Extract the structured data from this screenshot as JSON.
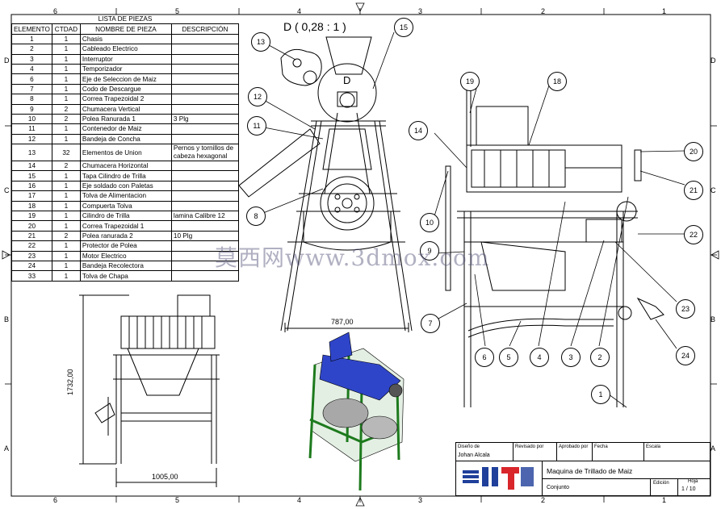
{
  "sheet": {
    "zones_top": [
      "6",
      "5",
      "4",
      "3",
      "2",
      "1"
    ],
    "zones_bottom": [
      "6",
      "5",
      "4",
      "3",
      "2",
      "1"
    ],
    "zones_left": [
      "D",
      "C",
      "B",
      "A"
    ],
    "zones_right": [
      "D",
      "C",
      "B",
      "A"
    ]
  },
  "parts_list": {
    "caption": "LISTA DE PIEZAS",
    "headers": [
      "ELEMENTO",
      "CTDAD",
      "NOMBRE DE PIEZA",
      "DESCRIPCIÓN"
    ],
    "rows": [
      [
        "1",
        "1",
        "Chasis",
        ""
      ],
      [
        "2",
        "1",
        "Cableado Electrico",
        ""
      ],
      [
        "3",
        "1",
        "Interruptor",
        ""
      ],
      [
        "4",
        "1",
        "Temporizador",
        ""
      ],
      [
        "6",
        "1",
        "Eje de Seleccion de Maiz",
        ""
      ],
      [
        "7",
        "1",
        "Codo de Descargue",
        ""
      ],
      [
        "8",
        "1",
        "Correa Trapezoidal 2",
        ""
      ],
      [
        "9",
        "2",
        "Chumacera Vertical",
        ""
      ],
      [
        "10",
        "2",
        "Polea Ranurada 1",
        "3 Plg"
      ],
      [
        "11",
        "1",
        "Contenedor de Maiz",
        ""
      ],
      [
        "12",
        "1",
        "Bandeja de Concha",
        ""
      ],
      [
        "13",
        "32",
        "Elementos de Union",
        "Pernos y tornillos de cabeza hexagonal"
      ],
      [
        "14",
        "2",
        "Chumacera Horizontal",
        ""
      ],
      [
        "15",
        "1",
        "Tapa Cilindro de Trilla",
        ""
      ],
      [
        "16",
        "1",
        "Eje soldado con Paletas",
        ""
      ],
      [
        "17",
        "1",
        "Tolva de Alimentacion",
        ""
      ],
      [
        "18",
        "1",
        "Compuerta Tolva",
        ""
      ],
      [
        "19",
        "1",
        "Cilindro de Trilla",
        "lamina Calibre 12"
      ],
      [
        "20",
        "1",
        "Correa Trapezoidal 1",
        ""
      ],
      [
        "21",
        "2",
        "Polea ranurada 2",
        "10 Plg"
      ],
      [
        "22",
        "1",
        "Protector de Polea",
        ""
      ],
      [
        "23",
        "1",
        "Motor Electrico",
        ""
      ],
      [
        "24",
        "1",
        "Bandeja Recolectora",
        ""
      ],
      [
        "33",
        "1",
        "Tolva de Chapa",
        ""
      ]
    ]
  },
  "detail_view": {
    "title": "D ( 0,28 : 1 )",
    "label": "D"
  },
  "balloons": {
    "b1": "1",
    "b2": "2",
    "b3": "3",
    "b4": "4",
    "b5": "5",
    "b6": "6",
    "b7": "7",
    "b8": "8",
    "b9": "9",
    "b10": "10",
    "b11": "11",
    "b12": "12",
    "b13": "13",
    "b14": "14",
    "b15": "15",
    "b18": "18",
    "b19": "19",
    "b20": "20",
    "b21": "21",
    "b22": "22",
    "b23": "23",
    "b24": "24"
  },
  "dimensions": {
    "front_width": "787,00",
    "side_height": "1732,00",
    "side_width": "1005,00"
  },
  "title_block": {
    "designed_label": "Diseño de",
    "designer": "Johan Alcala",
    "reviewed_label": "Revisado por",
    "approved_label": "Aprobado por",
    "date_label": "Fecha",
    "scale_label": "Escala",
    "drawing_title": "Maquina de Trillado de Maiz",
    "subtitle": "Conjunto",
    "edition_label": "Edición",
    "sheet_label": "Hoja",
    "sheet_value": "1 / 10"
  },
  "watermark": "莫西网www.3dmox.com",
  "colors": {
    "iso_frame": "#1d7a1d",
    "iso_body": "#2f45c9",
    "iso_motor": "#a8a8a8",
    "logo_blue": "#1f3f9a",
    "logo_red": "#d8262b"
  }
}
